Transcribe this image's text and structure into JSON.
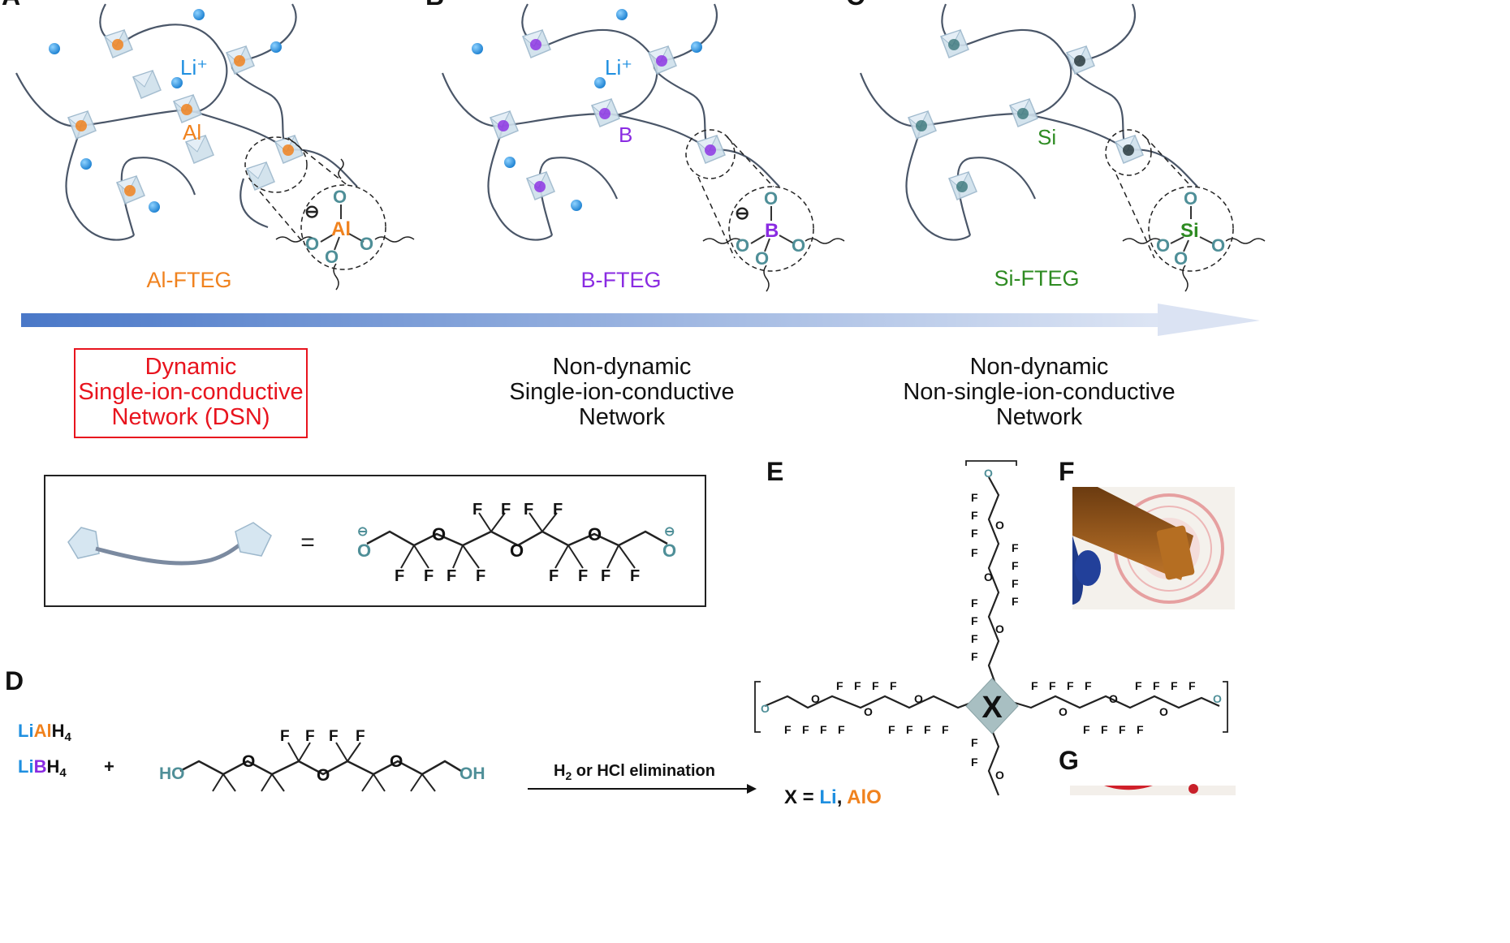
{
  "panels": {
    "a": {
      "letter": "A",
      "ion": "Li⁺",
      "metal": "Al",
      "title": "Al-FTEG",
      "center": "Al",
      "charge": "⊖",
      "o": "O"
    },
    "b": {
      "letter": "B",
      "ion": "Li⁺",
      "metal": "B",
      "title": "B-FTEG",
      "center": "B",
      "charge": "⊖",
      "o": "O"
    },
    "c": {
      "letter": "C",
      "ion": "",
      "metal": "Si",
      "title": "Si-FTEG",
      "center": "Si",
      "o": "O"
    }
  },
  "network_types": {
    "a": {
      "line1": "Dynamic",
      "line2": "Single-ion-conductive",
      "line3": "Network (DSN)"
    },
    "b": {
      "line1": "Non-dynamic",
      "line2": "Single-ion-conductive",
      "line3": "Network"
    },
    "c": {
      "line1": "Non-dynamic",
      "line2": "Non-single-ion-conductive",
      "line3": "Network"
    }
  },
  "legend": {
    "equals": "=",
    "f": "F",
    "o": "O",
    "charge": "⊖"
  },
  "panel_d": {
    "letter": "D",
    "reagents": [
      {
        "li": "Li",
        "el": "Al",
        "h": "H",
        "sub": "4"
      },
      {
        "li": "Li",
        "el": "B",
        "h": "H",
        "sub": "4"
      }
    ],
    "plus": "+",
    "ho": "HO",
    "oh": "OH",
    "arrow_label": "H",
    "arrow_sub": "2",
    "arrow_rest": " or HCl elimination",
    "f": "F",
    "o": "O"
  },
  "panel_e": {
    "letter": "E",
    "center": "X",
    "f": "F",
    "o": "O",
    "x_def_x": "X",
    "x_def_eq": " = ",
    "x_def_li": "Li",
    "x_def_sep": ", ",
    "x_def_alo": "AlO"
  },
  "panel_f": {
    "letter": "F"
  },
  "panel_g": {
    "letter": "G"
  },
  "colors": {
    "al": "#f0821e",
    "b": "#8a2be2",
    "si": "#2e8b22",
    "li": "#1e8fe0",
    "o_teal": "#4f8f98",
    "red": "#e8141e",
    "arrow_start": "#4a78c8",
    "arrow_end": "#dce4f4"
  }
}
